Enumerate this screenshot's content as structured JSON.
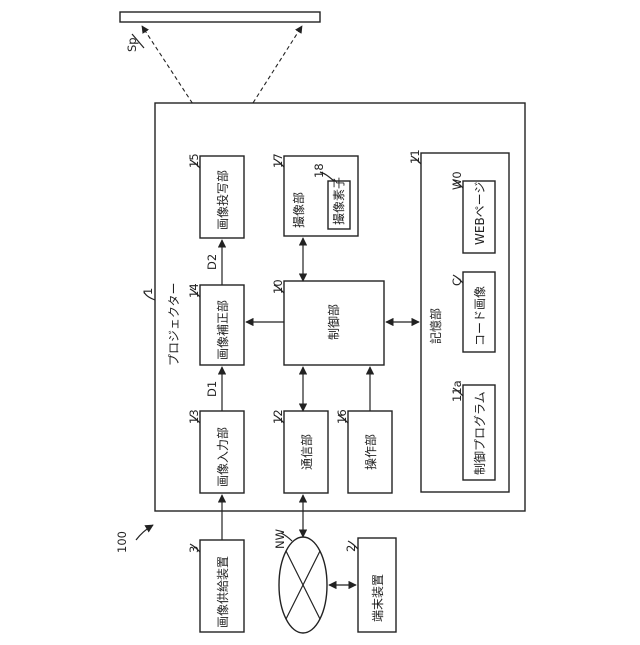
{
  "screen": {
    "ref": "Sp"
  },
  "system": {
    "ref": "100"
  },
  "projector": {
    "ref": "1",
    "label": "プロジェクター"
  },
  "blocks": {
    "projection": {
      "ref": "15",
      "label": "画像投写部"
    },
    "correction": {
      "ref": "14",
      "label": "画像補正部"
    },
    "input": {
      "ref": "13",
      "label": "画像入力部"
    },
    "imaging": {
      "ref": "17",
      "label": "撮像部"
    },
    "sensor": {
      "ref": "18",
      "label": "撮像素子"
    },
    "control": {
      "ref": "10",
      "label": "制御部"
    },
    "comm": {
      "ref": "12",
      "label": "通信部"
    },
    "operation": {
      "ref": "16",
      "label": "操作部"
    },
    "storage": {
      "ref": "11",
      "label": "記憶部"
    },
    "webpage": {
      "ref": "W0",
      "label": "WEBページ"
    },
    "code_image": {
      "ref": "C",
      "label": "コード画像"
    },
    "control_program": {
      "ref": "11a",
      "label": "制御プログラム"
    },
    "supply": {
      "ref": "3",
      "label": "画像供給装置"
    },
    "network": {
      "ref": "NW"
    },
    "terminal": {
      "ref": "2",
      "label": "端末装置"
    }
  },
  "signals": {
    "d1": "D1",
    "d2": "D2"
  }
}
